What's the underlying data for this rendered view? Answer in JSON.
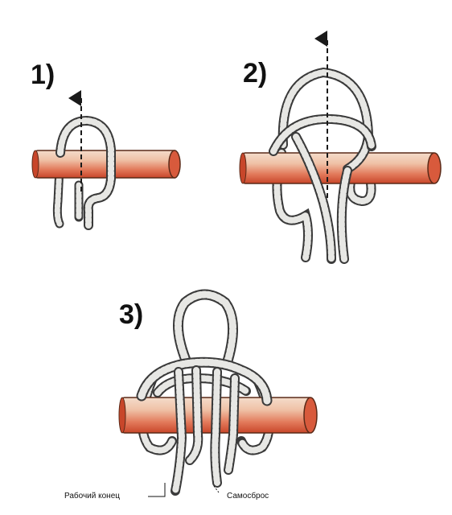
{
  "steps": [
    {
      "number": "1)"
    },
    {
      "number": "2)"
    },
    {
      "number": "3)"
    }
  ],
  "labels": {
    "working_end": "Рабочий конец",
    "quick_release": "Самосброс"
  },
  "colors": {
    "bar_light": "#f3e3d4",
    "bar_mid": "#e2795a",
    "bar_dark": "#c8462a",
    "bar_outline": "#5a2a18",
    "rope_fill": "#e7e7e4",
    "rope_edge": "#3a3a3a",
    "arrow": "#1a1a1a"
  },
  "icons": [
    "wooden-bar-icon",
    "rope-icon",
    "arrow-up-icon"
  ]
}
